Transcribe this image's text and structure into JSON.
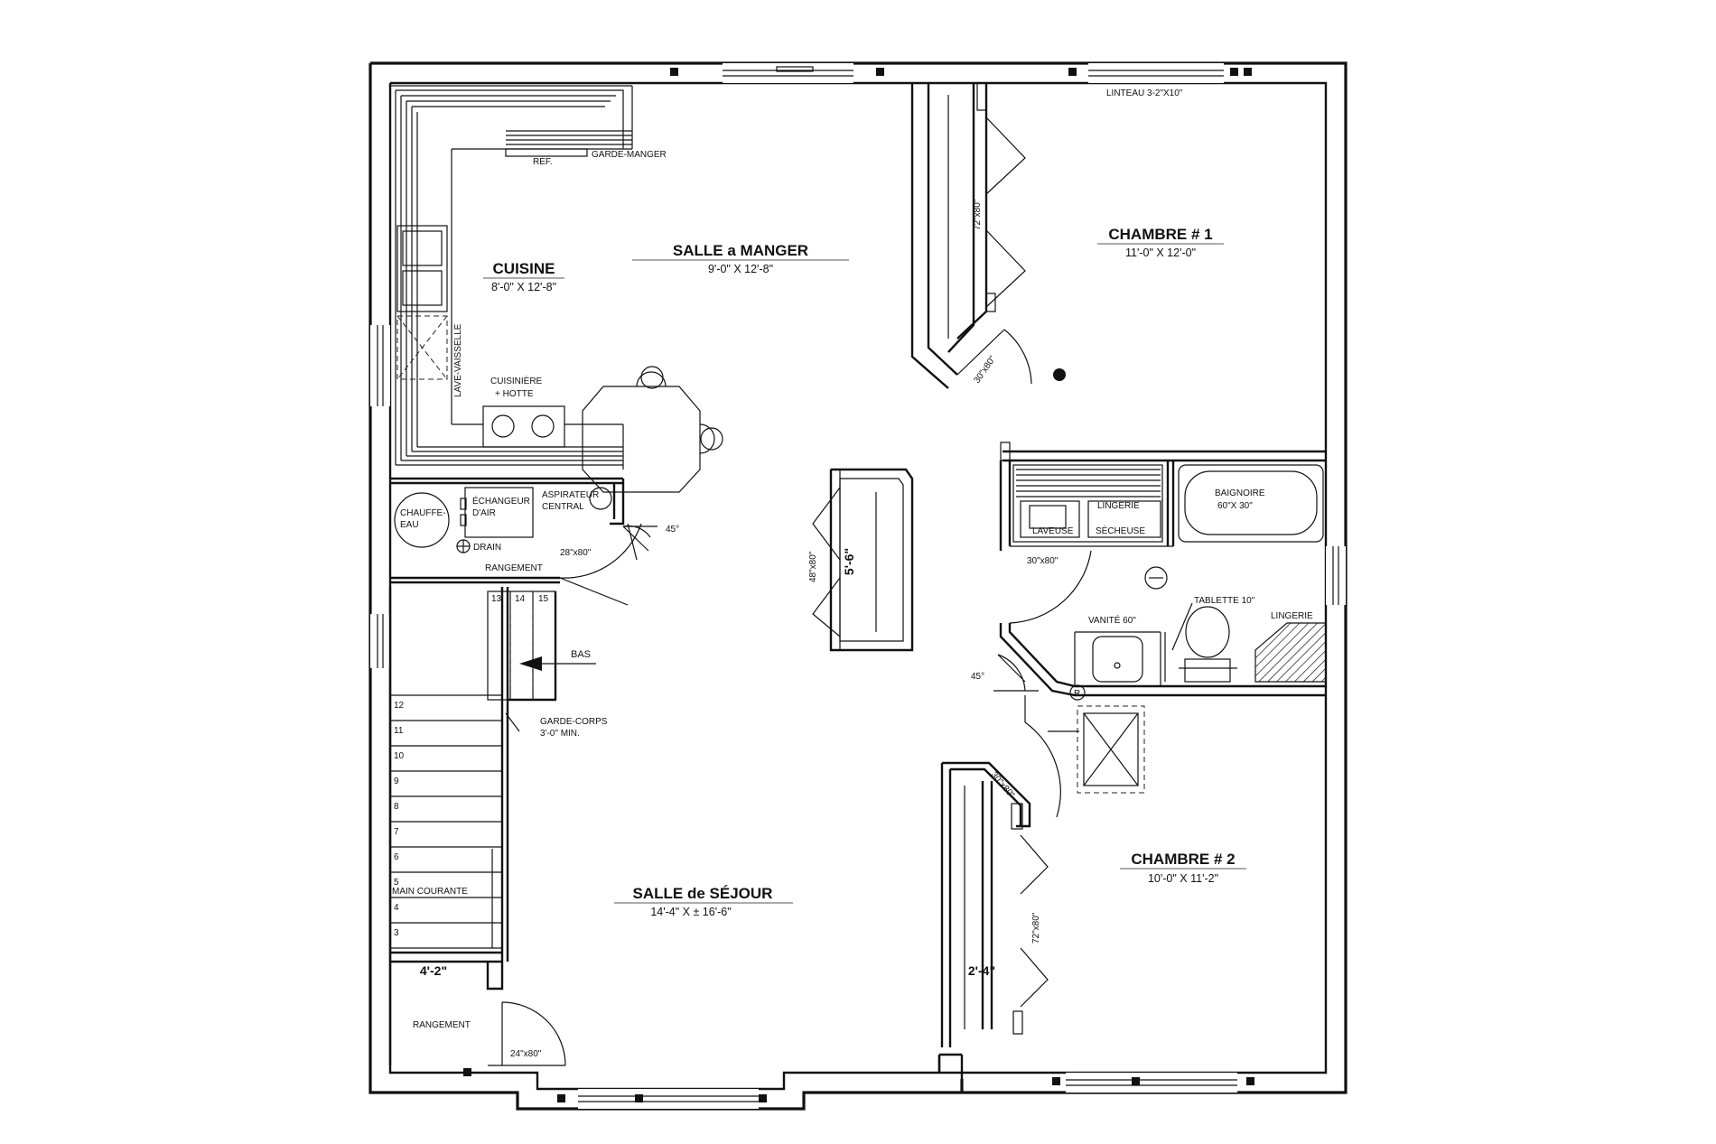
{
  "rooms": {
    "cuisine": {
      "name": "CUISINE",
      "dim": "8'-0\" X 12'-8\""
    },
    "salle_manger": {
      "name": "SALLE a MANGER",
      "dim": "9'-0\" X 12'-8\""
    },
    "chambre1": {
      "name": "CHAMBRE # 1",
      "dim": "11'-0\" X 12'-0\""
    },
    "chambre2": {
      "name": "CHAMBRE # 2",
      "dim": "10'-0\" X 11'-2\""
    },
    "salle_sejour": {
      "name": "SALLE de SÉJOUR",
      "dim": "14'-4\" X ± 16'-6\""
    }
  },
  "labels": {
    "garde_manger": "GARDE-MANGER",
    "ref": "REF.",
    "linteau": "LINTEAU 3-2\"X10\"",
    "lave_vaisselle": "LAVE-VAISSELLE",
    "cuisiniere_1": "CUISINIÈRE",
    "cuisiniere_2": "+ HOTTE",
    "chauffe_1": "CHAUFFE-",
    "chauffe_2": "EAU",
    "echangeur_1": "ÉCHANGEUR",
    "echangeur_2": "D'AIR",
    "aspirateur_1": "ASPIRATEUR",
    "aspirateur_2": "CENTRAL",
    "drain": "DRAIN",
    "rangement_top": "RANGEMENT",
    "rangement_bottom": "RANGEMENT",
    "bas": "BAS",
    "garde_corps_1": "GARDE-CORPS",
    "garde_corps_2": "3'-0\" MIN.",
    "main_courante": "MAIN COURANTE",
    "lingerie_laundry": "LINGERIE",
    "lingerie_bath": "LINGERIE",
    "laveuse": "LAVEUSE",
    "secheuse": "SÉCHEUSE",
    "baignoire_1": "BAIGNOIRE",
    "baignoire_2": "60\"X 30\"",
    "vanite": "VANITÉ 60\"",
    "tablette": "TABLETTE 10\"",
    "r_mark": "R"
  },
  "dimensions": {
    "closet1_door": "72\"x80\"",
    "bed1_door": "30\"x80\"",
    "stair_door": "28\"x80\"",
    "island_door": "48\"x80\"",
    "island_width": "5'-6\"",
    "laundry_door": "30\"x80\"",
    "bed2_door": "30\"x80\"",
    "closet2_door": "72\"x80\"",
    "closet2_depth": "2'-4\"",
    "rangement_width": "4'-2\"",
    "rangement_door": "24\"x80\"",
    "angle_kitchen": "45°",
    "angle_bath": "45°"
  },
  "stairs": {
    "upper_steps": [
      "13",
      "14",
      "15"
    ],
    "lower_steps": [
      "12",
      "11",
      "10",
      "9",
      "8",
      "7",
      "6",
      "5",
      "4",
      "3"
    ]
  }
}
